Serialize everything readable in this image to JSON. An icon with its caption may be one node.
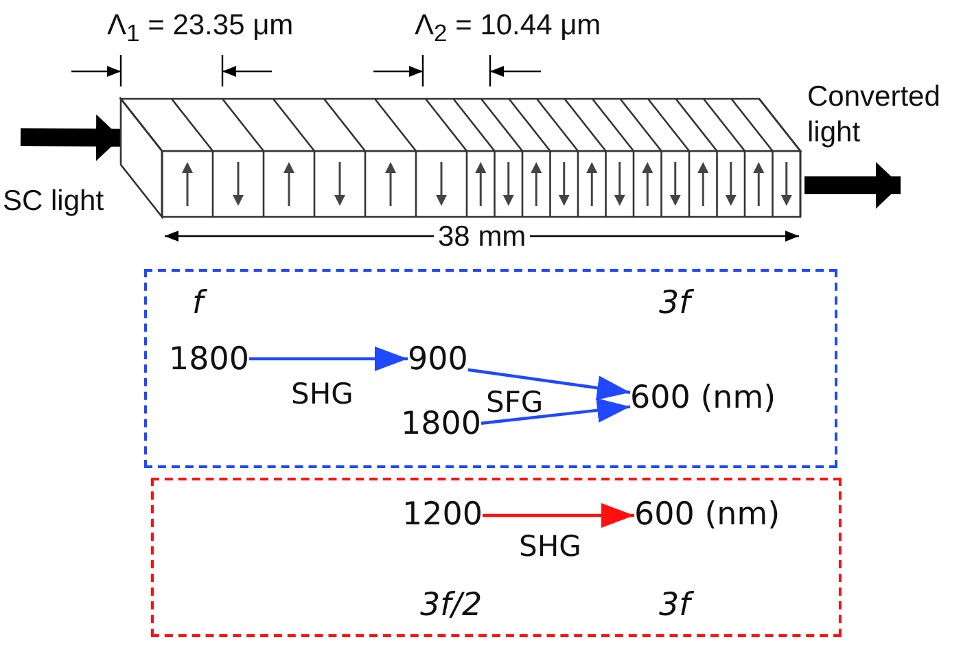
{
  "diagram": {
    "nodes": [
      {
        "text": [],
        "shape": "picture",
        "beside": [
          "38 mm"
        ]
      },
      {
        "text": [],
        "shape": "box"
      },
      {
        "text": [
          "1800"
        ],
        "in": 1
      },
      {
        "text": [
          "900"
        ],
        "in": 1
      },
      {
        "text": [
          "1800"
        ],
        "in": 1
      },
      {
        "text": [
          "600 (nm)"
        ],
        "in": 1
      },
      {
        "text": [],
        "shape": "box"
      },
      {
        "text": [
          "1200"
        ],
        "in": 6
      },
      {
        "text": [
          "600 (nm)"
        ],
        "in": 6
      }
    ],
    "edges": [
      {
        "from": null,
        "to": 0,
        "arrow": "to",
        "style": "thick",
        "color": "#000000"
      },
      {
        "from": 0,
        "to": null,
        "arrow": "to",
        "style": "thick",
        "color": "#000000"
      },
      {
        "from": 2,
        "to": 3,
        "arrow": "to",
        "label": "SHG",
        "color": "#1f48ff"
      },
      {
        "from": 3,
        "to": 5,
        "arrow": "to",
        "label": "SFG",
        "color": "#1f48ff"
      },
      {
        "from": 4,
        "to": 5,
        "arrow": "to",
        "color": "#1f48ff"
      },
      {
        "from": 7,
        "to": 8,
        "arrow": "to",
        "label": "SHG",
        "color": "#ff1010"
      }
    ],
    "labels": [
      "Λ$_{1}$ = 23.35 μm",
      "Λ$_{2}$ = 10.44 μm",
      "Converted light",
      "SC light",
      "f",
      "3f",
      "3f/2",
      "3f"
    ]
  }
}
